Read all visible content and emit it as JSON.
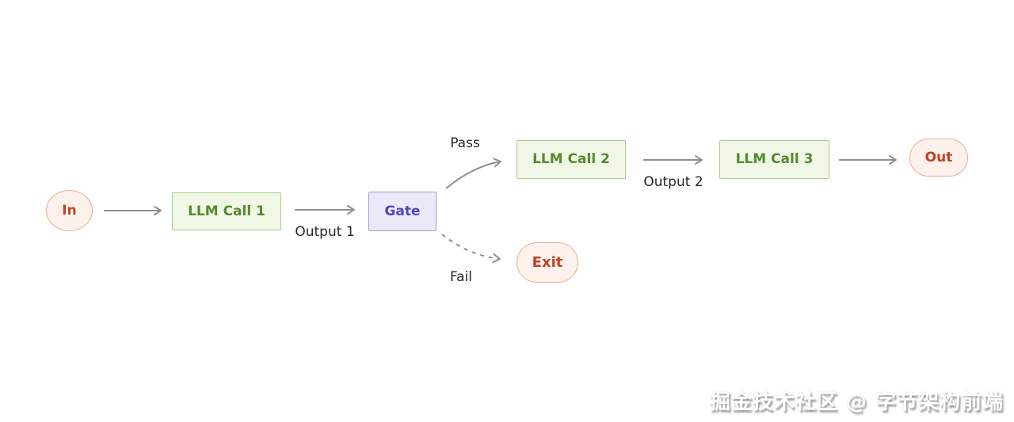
{
  "diagram": {
    "type": "flowchart",
    "description": "LLM chain with gate: pass/fail routing",
    "nodes": {
      "in": {
        "label": "In",
        "shape": "circle",
        "color_theme": "pink"
      },
      "llm1": {
        "label": "LLM Call 1",
        "shape": "rect",
        "color_theme": "green"
      },
      "gate": {
        "label": "Gate",
        "shape": "rect",
        "color_theme": "purple"
      },
      "llm2": {
        "label": "LLM Call 2",
        "shape": "rect",
        "color_theme": "green"
      },
      "llm3": {
        "label": "LLM Call 3",
        "shape": "rect",
        "color_theme": "green"
      },
      "out": {
        "label": "Out",
        "shape": "pill",
        "color_theme": "pink"
      },
      "exit": {
        "label": "Exit",
        "shape": "pill",
        "color_theme": "pink"
      }
    },
    "edges": [
      {
        "from": "in",
        "to": "llm1",
        "label": "",
        "style": "solid"
      },
      {
        "from": "llm1",
        "to": "gate",
        "label": "Output 1",
        "style": "solid"
      },
      {
        "from": "gate",
        "to": "llm2",
        "label": "Pass",
        "style": "solid-curved"
      },
      {
        "from": "gate",
        "to": "exit",
        "label": "Fail",
        "style": "dashed-curved"
      },
      {
        "from": "llm2",
        "to": "llm3",
        "label": "Output 2",
        "style": "solid"
      },
      {
        "from": "llm3",
        "to": "out",
        "label": "",
        "style": "solid"
      }
    ],
    "colors": {
      "green_bg": "#f0f7e6",
      "green_border": "#accc84",
      "green_text": "#538a2d",
      "purple_bg": "#ebe9f7",
      "purple_border": "#a59cd6",
      "purple_text": "#5246bb",
      "pink_bg": "#fdf1ec",
      "pink_border": "#ecac97",
      "pink_text": "#bf4122",
      "arrow": "#8f8f8f",
      "edge_label_text": "#262626",
      "background": "#ffffff"
    }
  },
  "watermark": {
    "text": "掘金技术社区 @ 字节架构前端"
  }
}
